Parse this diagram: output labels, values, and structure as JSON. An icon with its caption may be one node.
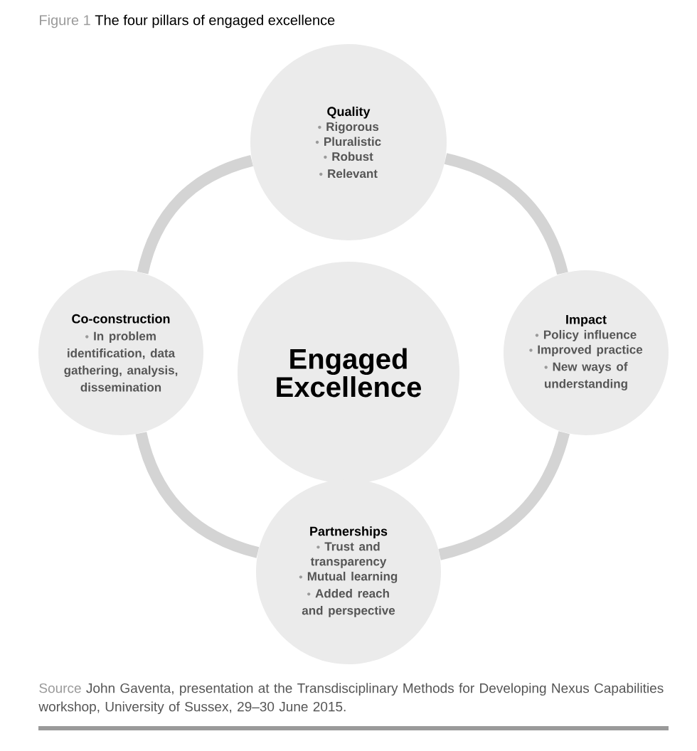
{
  "diagram": {
    "title": "The four pillars of engaged excellence",
    "caption": "John Gaventa, presentation at the Transdisciplinary Methods for Developing Nexus Capabilities workshop, University of Sussex, 29–30 June 2015.",
    "nodes": [
      {
        "text": [
          "Quality",
          "Rigorous",
          "Pluralistic",
          "Robust",
          "Relevant"
        ]
      },
      {
        "text": [
          "Co-construction",
          "In problem identification, data gathering, analysis, dissemination"
        ]
      },
      {
        "text": [
          "Engaged Excellence"
        ]
      },
      {
        "text": [
          "Impact",
          "Policy influence",
          "Improved practice",
          "New ways of understanding"
        ]
      },
      {
        "text": [
          "Partnerships",
          "Trust and transparency",
          "Mutual learning",
          "Added reach and perspective"
        ]
      }
    ],
    "edges": [
      {
        "from": 0,
        "to": 3,
        "arrow": "none"
      },
      {
        "from": 3,
        "to": 4,
        "arrow": "none"
      },
      {
        "from": 4,
        "to": 1,
        "arrow": "none"
      },
      {
        "from": 1,
        "to": 0,
        "arrow": "none"
      }
    ],
    "labels": [
      "Figure 1",
      "Source"
    ]
  }
}
